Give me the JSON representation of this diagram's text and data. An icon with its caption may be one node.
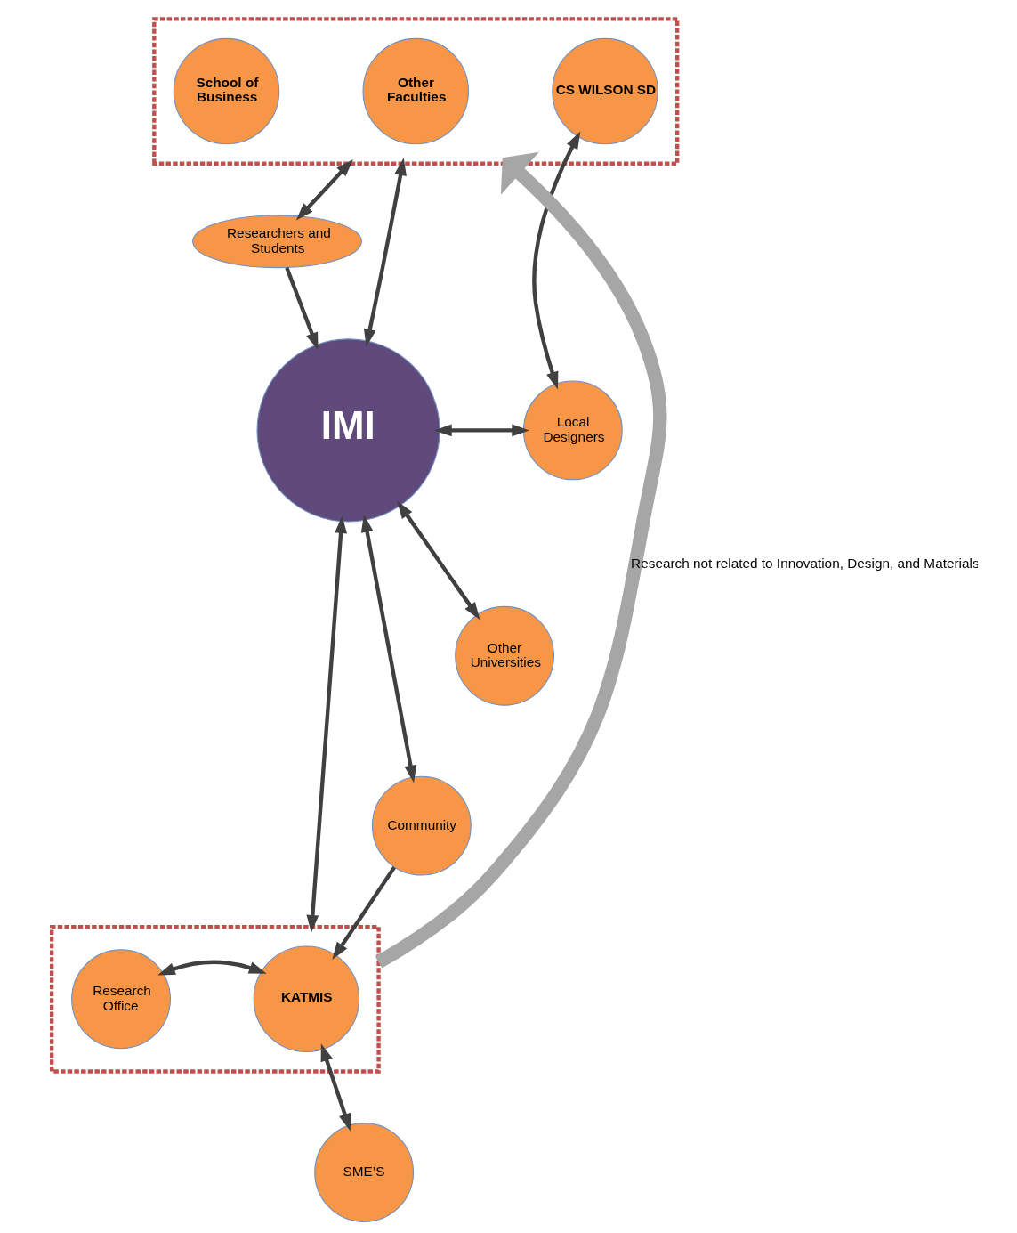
{
  "diagram": {
    "nodes": [
      {
        "text": [],
        "shape": "box"
      },
      {
        "text": [
          "School of Business"
        ],
        "in": 0
      },
      {
        "text": [
          "Other Faculties"
        ],
        "in": 0
      },
      {
        "text": [
          "CS WILSON SD"
        ],
        "in": 0
      },
      {
        "text": [
          "Researchers and Students"
        ]
      },
      {
        "text": [
          "IMI"
        ]
      },
      {
        "text": [
          "Local Designers"
        ]
      },
      {
        "text": [
          "Other Universities"
        ]
      },
      {
        "text": [],
        "shape": "box"
      },
      {
        "text": [
          "Research Office"
        ],
        "in": 8
      },
      {
        "text": [
          "KATMIS"
        ],
        "in": 8
      },
      {
        "text": [
          "Community"
        ]
      },
      {
        "text": [
          "SME’S"
        ]
      }
    ],
    "edges": [
      {
        "from": 3,
        "to": 6,
        "arrow": "both"
      },
      {
        "from": 0,
        "to": 5,
        "arrow": "both"
      },
      {
        "from": 0,
        "to": 4,
        "arrow": "both"
      },
      {
        "from": 4,
        "to": 5,
        "arrow": "to"
      },
      {
        "from": 5,
        "to": 6,
        "arrow": "both"
      },
      {
        "from": 5,
        "to": 8,
        "arrow": "both"
      },
      {
        "from": 5,
        "to": 7,
        "arrow": "both"
      },
      {
        "from": 5,
        "to": 11,
        "arrow": "both"
      },
      {
        "from": 11,
        "to": 10,
        "arrow": "to"
      },
      {
        "from": 10,
        "to": 12,
        "arrow": "both"
      },
      {
        "from": 9,
        "to": 10,
        "arrow": "both"
      },
      {
        "from": 8,
        "to": 0,
        "arrow": "to",
        "label": "Research not related to Innovation, Design, and Materials",
        "style": "thick",
        "color": "#a6a6a6"
      }
    ]
  }
}
